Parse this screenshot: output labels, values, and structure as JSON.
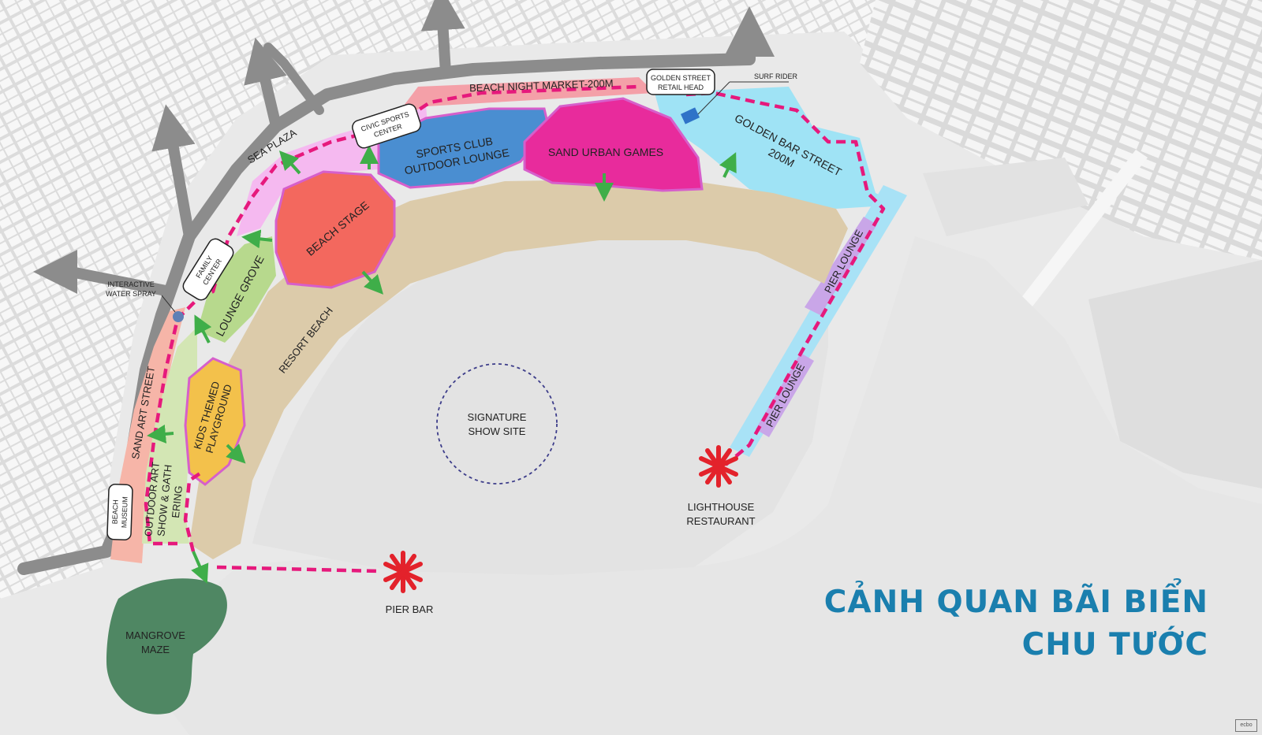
{
  "title": {
    "line1": "CẢNH QUAN BÃI BIỂN",
    "line2": "CHU TƯỚC"
  },
  "colors": {
    "title": "#1a7fae",
    "path": "#e6197c",
    "arrow": "#3fae49",
    "star": "#e3222b",
    "beach": "#dccbaa",
    "sea": "#e8e8e8"
  },
  "zones": {
    "beach_night_market": "BEACH NIGHT MARKET-200M",
    "golden_street_retail_head": [
      "GOLDEN STREET",
      "RETAIL HEAD"
    ],
    "surf_rider": "SURF RIDER",
    "civic_sports_center": [
      "CIVIC SPORTS",
      "CENTER"
    ],
    "sea_plaza": "SEA PLAZA",
    "sports_club": [
      "SPORTS CLUB",
      "OUTDOOR LOUNGE"
    ],
    "sand_urban_games": "SAND URBAN GAMES",
    "golden_bar_street": [
      "GOLDEN BAR STREET",
      "200M"
    ],
    "beach_stage": "BEACH STAGE",
    "family_center": [
      "FAMILY",
      "CENTER"
    ],
    "interactive_water_spray": [
      "INTERACTIVE",
      "WATER SPRAY"
    ],
    "lounge_grove": "LOUNGE GROVE",
    "resort_beach": "RESORT BEACH",
    "kids_playground": [
      "KIDS THEMED",
      "PLAYGROUND"
    ],
    "sand_art_street": "SAND ART STREET",
    "outdoor_art": [
      "OUTDOOR ART",
      "SHOW & GATH",
      "ERING"
    ],
    "beach_museum": [
      "BEACH",
      "MUSEUM"
    ],
    "signature_show_site": [
      "SIGNATURE",
      "SHOW SITE"
    ],
    "pier_lounge_upper": "PIER LOUNGE",
    "pier_lounge_lower": "PIER LOUNGE",
    "lighthouse_restaurant": [
      "LIGHTHOUSE",
      "RESTAURANT"
    ],
    "pier_bar": "PIER BAR",
    "mangrove_maze": [
      "MANGROVE",
      "MAZE"
    ]
  },
  "corner_mark": "ecbo"
}
